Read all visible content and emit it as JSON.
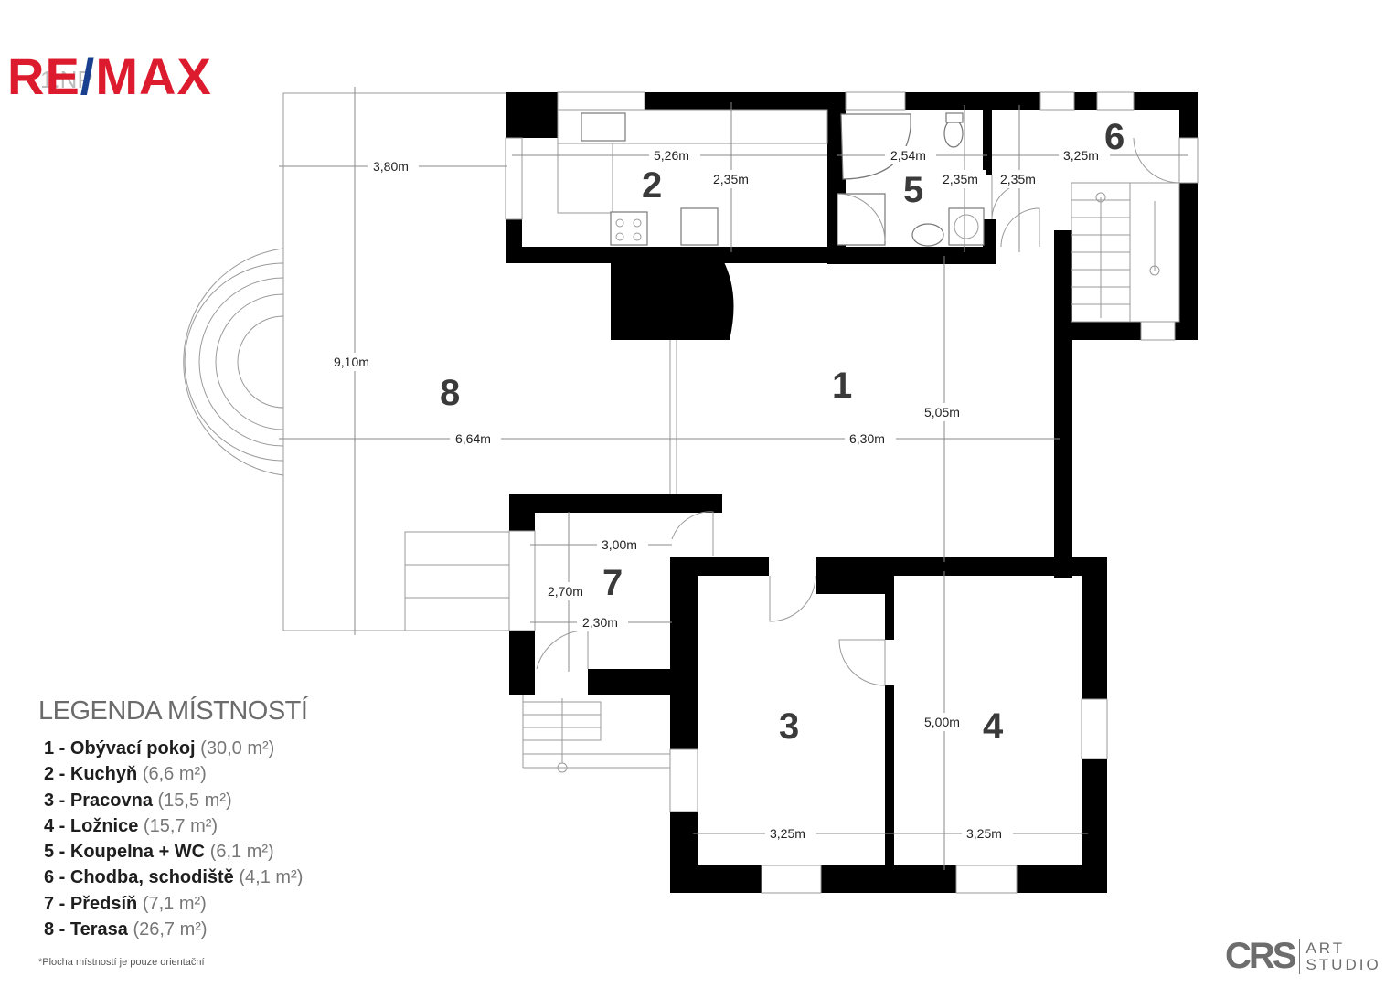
{
  "brand": {
    "logo_text_left": "RE",
    "logo_slash": "/",
    "logo_text_right": "MAX",
    "color_red": "#dc1c2e",
    "color_blue": "#1a3f8f"
  },
  "floor_label": "1.NP",
  "rooms": [
    {
      "num": "1",
      "name": "Obývací pokoj",
      "area": "(30,0 m²)"
    },
    {
      "num": "2",
      "name": "Kuchyň",
      "area": "(6,6 m²)"
    },
    {
      "num": "3",
      "name": "Pracovna",
      "area": "(15,5 m²)"
    },
    {
      "num": "4",
      "name": "Ložnice",
      "area": "(15,7 m²)"
    },
    {
      "num": "5",
      "name": "Koupelna + WC",
      "area": "(6,1 m²)"
    },
    {
      "num": "6",
      "name": "Chodba, schodiště",
      "area": "(4,1 m²)"
    },
    {
      "num": "7",
      "name": "Předsíň",
      "area": "(7,1 m²)"
    },
    {
      "num": "8",
      "name": "Terasa",
      "area": "(26,7 m²)"
    }
  ],
  "dimensions": {
    "terrace_width_top": "3,80m",
    "terrace_height": "9,10m",
    "terrace_width": "6,64m",
    "kitchen_width": "5,26m",
    "kitchen_depth": "2,35m",
    "bath_width": "2,54m",
    "bath_depth": "2,35m",
    "hall_depth": "2,35m",
    "hall_width": "3,25m",
    "living_width": "6,30m",
    "living_depth": "5,05m",
    "entry_width": "3,00m",
    "entry_depth": "2,70m",
    "entry_inner": "2,30m",
    "study_width": "3,25m",
    "bedroom_depth": "5,00m",
    "bedroom_width": "3,25m"
  },
  "legend": {
    "title": "LEGENDA MÍSTNOSTÍ",
    "items": [
      "1 - Obývací pokoj",
      "2 - Kuchyň",
      "3 - Pracovna",
      "4 - Ložnice",
      "5 - Koupelna + WC",
      "6 - Chodba, schodiště",
      "7 - Předsíň",
      "8 - Terasa"
    ],
    "areas": [
      "(30,0 m²)",
      "(6,6 m²)",
      "(15,5 m²)",
      "(15,7 m²)",
      "(6,1 m²)",
      "(4,1 m²)",
      "(7,1 m²)",
      "(26,7 m²)"
    ]
  },
  "footnote": "*Plocha místností je pouze orientační",
  "studio": {
    "mark": "CRS",
    "line1": "ART",
    "line2": "STUDIO"
  }
}
